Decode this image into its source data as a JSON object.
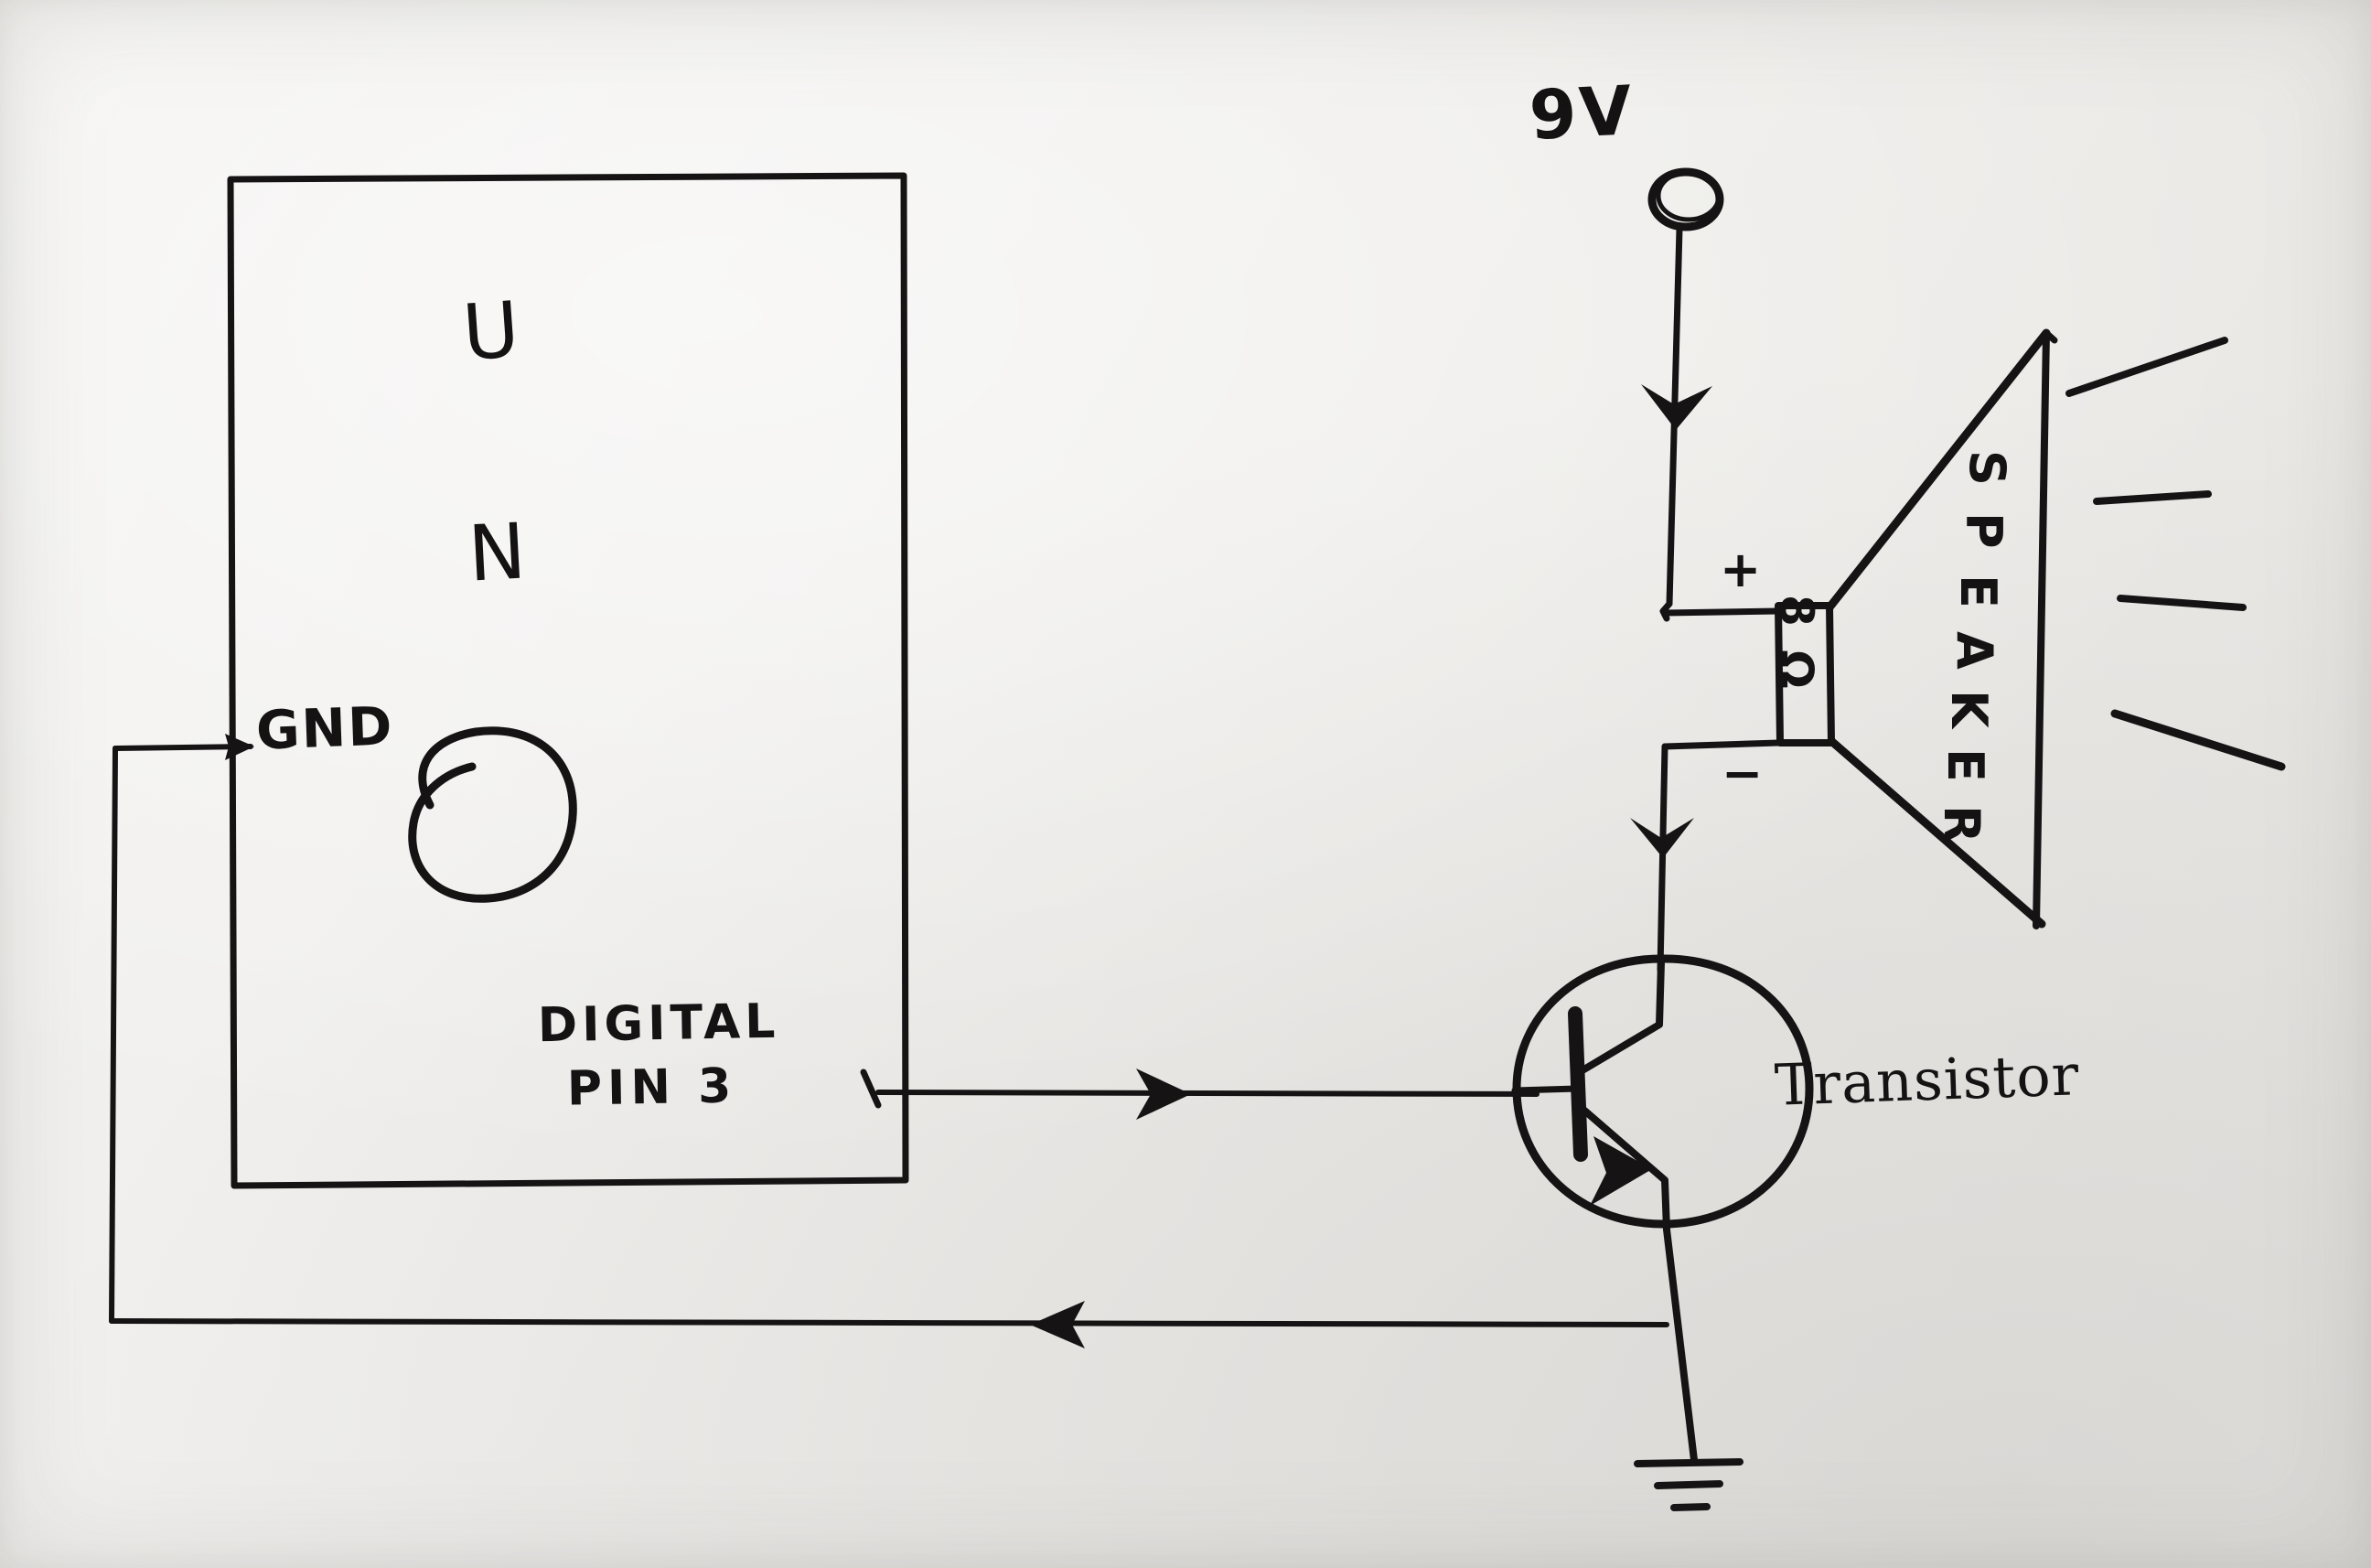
{
  "diagram": {
    "title": "Arduino UNO driving an 8 ohm speaker through an NPN transistor",
    "medium": "hand-drawn pen sketch on white paper",
    "ink_color": "#151314",
    "paper_color": "#f1f0ee"
  },
  "board": {
    "name": "UNO",
    "letters": [
      "U",
      "N",
      "O"
    ],
    "o_is_circle": true,
    "pins": [
      {
        "id": "gnd",
        "label": "GND"
      },
      {
        "id": "digital_pin_3",
        "label_line1": "DIGITAL",
        "label_line2": "PIN 3"
      }
    ]
  },
  "power": {
    "label": "9V",
    "terminal": "circle",
    "current_arrow": "down"
  },
  "speaker": {
    "label_letters": [
      "S",
      "P",
      "E",
      "A",
      "K",
      "E",
      "R"
    ],
    "label": "SPEAKER",
    "impedance_value": "8",
    "impedance_unit": "Ω",
    "terminal_positive": "+",
    "terminal_negative": "−",
    "sound_wave_lines": 4
  },
  "transistor": {
    "label": "Transistor",
    "type": "NPN",
    "terminals": [
      "base",
      "collector",
      "emitter"
    ],
    "emitter_arrow": "outward"
  },
  "ground": {
    "symbol": "earth-ground",
    "bars": 3
  },
  "wires": [
    {
      "id": "supply-to-speaker-plus",
      "from": "9V terminal",
      "to": "speaker +",
      "arrow": "down"
    },
    {
      "id": "speaker-minus-to-collector",
      "from": "speaker −",
      "to": "transistor collector",
      "arrow": "down"
    },
    {
      "id": "pin3-to-base",
      "from": "DIGITAL PIN 3",
      "to": "transistor base",
      "arrow": "right"
    },
    {
      "id": "emitter-to-gnd-return",
      "from": "transistor emitter",
      "to": "UNO GND",
      "arrow": "left"
    },
    {
      "id": "emitter-to-earth",
      "from": "transistor emitter",
      "to": "earth ground",
      "arrow": "none"
    }
  ]
}
